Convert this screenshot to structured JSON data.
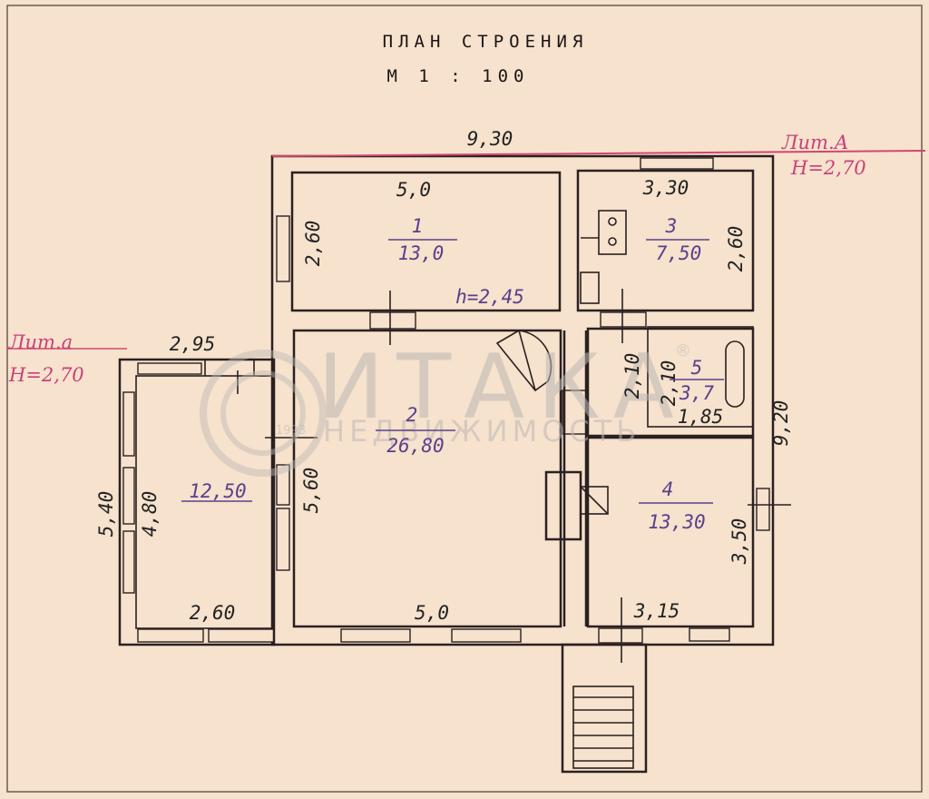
{
  "header": {
    "title": "ПЛАН СТРОЕНИЯ",
    "scale": "М 1 : 100"
  },
  "watermark": {
    "brand": "ИТАКА",
    "registered": "®",
    "year": "1993",
    "subtitle": "НЕДВИЖИМОСТЬ"
  },
  "lit_labels": {
    "main_name": "Лит.А",
    "main_height": "Н=2,70",
    "annex_name": "Лит.а",
    "annex_height": "Н=2,70"
  },
  "dimensions": {
    "overall_width": "9,30",
    "overall_height": "9,20",
    "room1_width": "5,0",
    "room1_height": "2,60",
    "room3_width": "3,30",
    "room3_height": "2,60",
    "ceiling_height": "h=2,45",
    "room2_height": "5,60",
    "room2_width": "5,0",
    "room4_width": "3,15",
    "room4_height": "3,50",
    "room5_w": "1,85",
    "room5_h1": "2,10",
    "room5_h2": "2,10",
    "annex_top": "2,95",
    "annex_outer_h": "5,40",
    "annex_inner_h": "4,80",
    "annex_bottom": "2,60"
  },
  "rooms": [
    {
      "number": "1",
      "area": "13,0"
    },
    {
      "number": "2",
      "area": "26,80"
    },
    {
      "number": "3",
      "area": "7,50"
    },
    {
      "number": "4",
      "area": "13,30"
    },
    {
      "number": "5",
      "area": "3,7"
    },
    {
      "number": "",
      "area": "12,50"
    }
  ],
  "colors": {
    "paper": "#f6e2cd",
    "ink": "#2a2020",
    "room_labels": "#5a3f8c",
    "lit_labels": "#c8407a",
    "watermark": "#bcb7b4"
  }
}
